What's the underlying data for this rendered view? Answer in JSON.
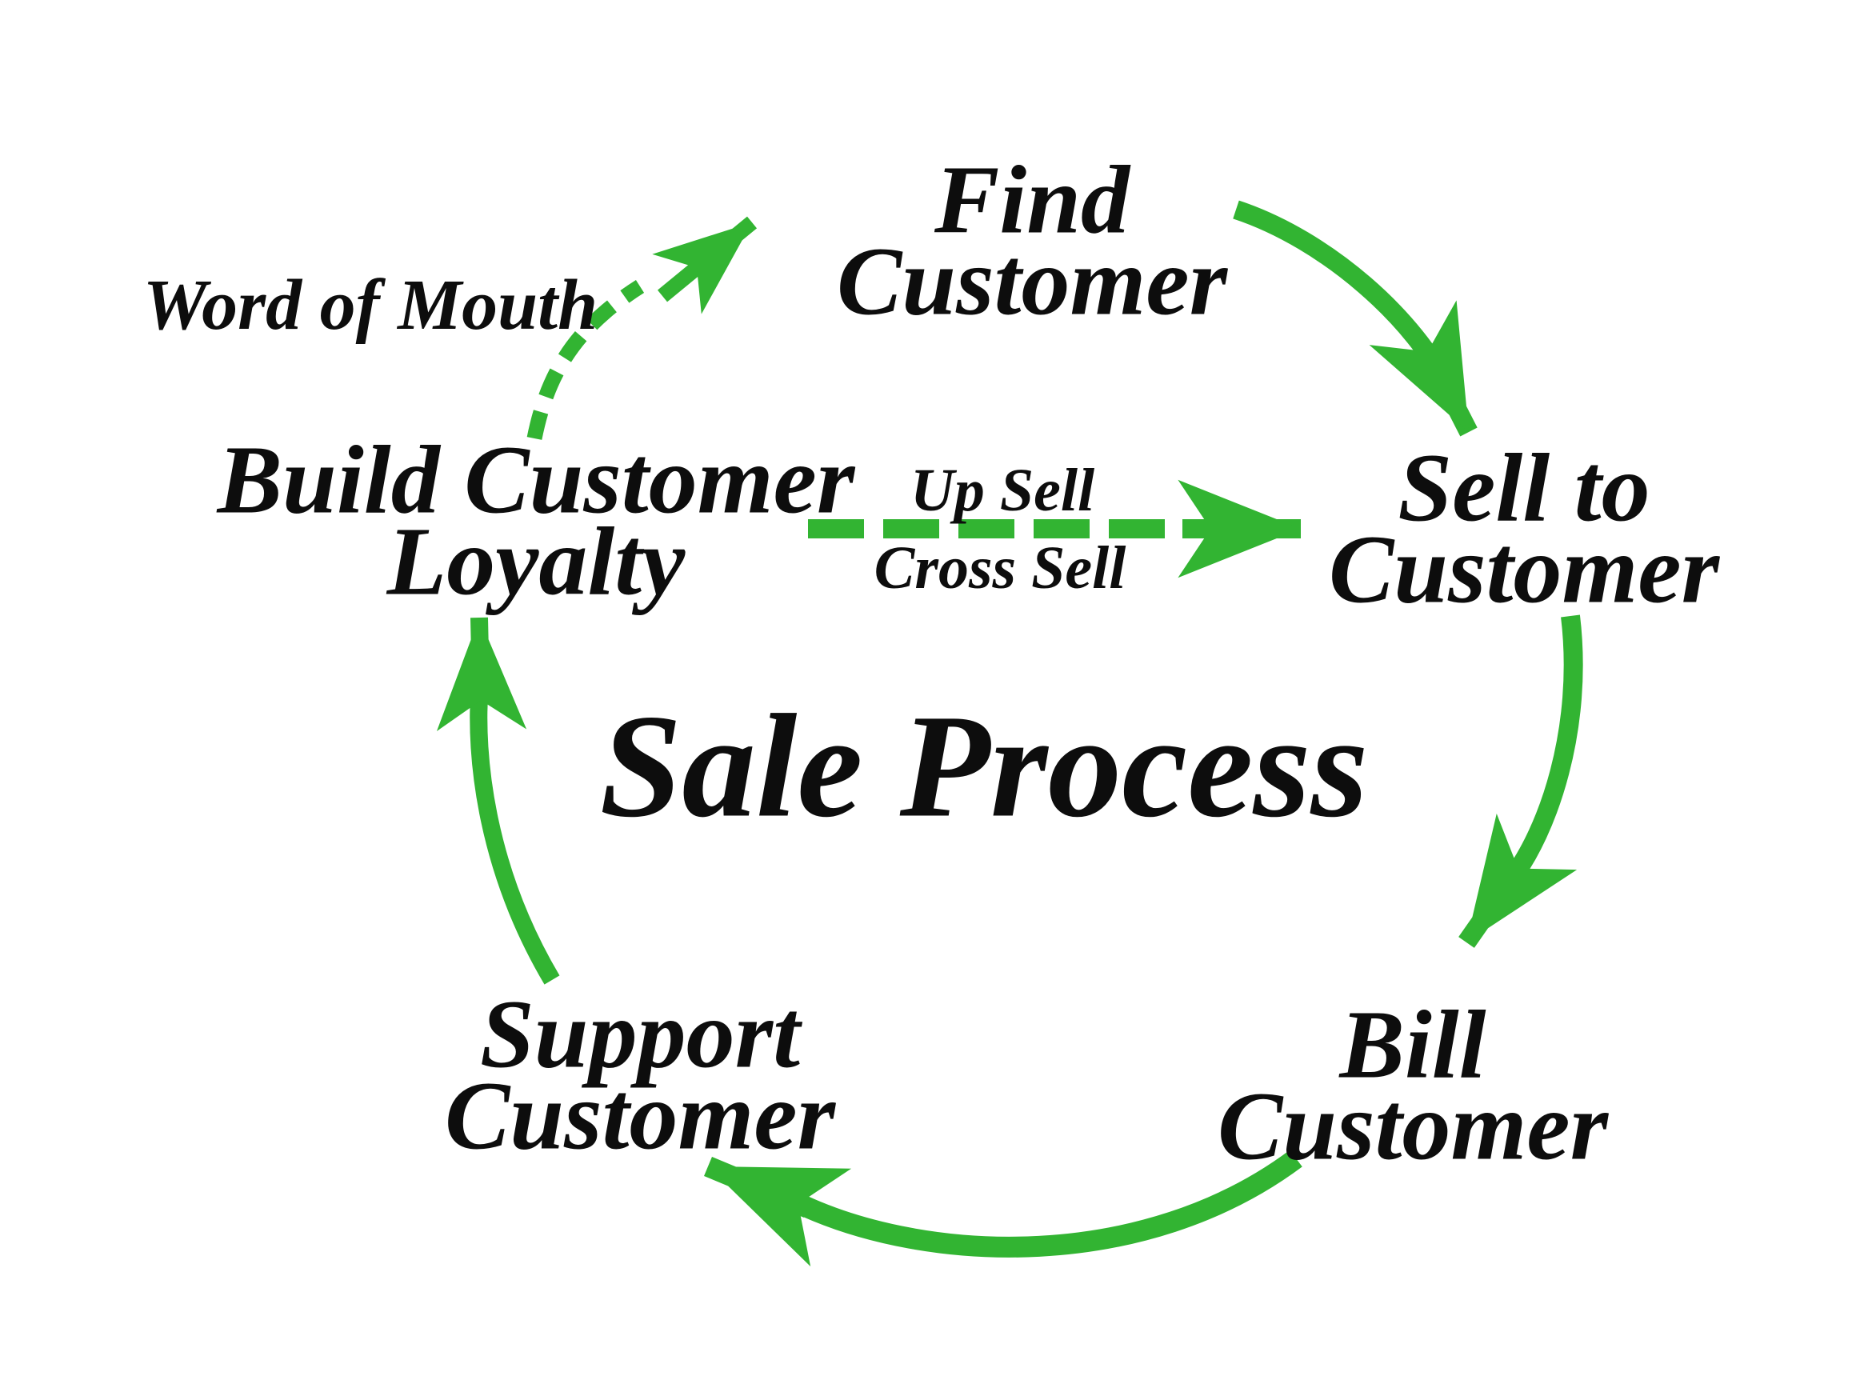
{
  "diagram": {
    "title": "Sale Process",
    "colors": {
      "arrow_green": "#32b432",
      "text": "#0d0d0d",
      "background": "#ffffff"
    },
    "nodes": [
      {
        "id": "find-customer",
        "line1": "Find",
        "line2": "Customer"
      },
      {
        "id": "sell-to-customer",
        "line1": "Sell to",
        "line2": "Customer"
      },
      {
        "id": "bill-customer",
        "line1": "Bill",
        "line2": "Customer"
      },
      {
        "id": "support-customer",
        "line1": "Support",
        "line2": "Customer"
      },
      {
        "id": "build-customer-loyalty",
        "line1": "Build Customer",
        "line2": "Loyalty"
      }
    ],
    "annotations": {
      "word_of_mouth": "Word of Mouth",
      "up_sell": "Up Sell",
      "cross_sell": "Cross Sell"
    }
  }
}
